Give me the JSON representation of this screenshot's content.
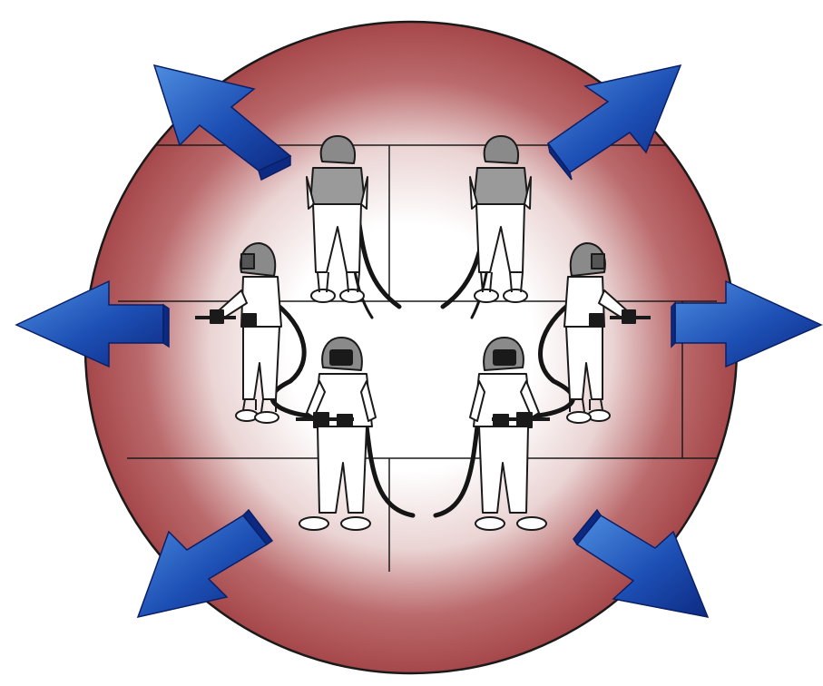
{
  "illustration": {
    "subject": "blast-workers-in-containment-zone",
    "workers": [
      {
        "id": "back-left",
        "pose": "back",
        "facing": "away"
      },
      {
        "id": "back-right",
        "pose": "back",
        "facing": "away"
      },
      {
        "id": "side-left",
        "pose": "side",
        "facing": "left"
      },
      {
        "id": "side-right",
        "pose": "side",
        "facing": "right"
      },
      {
        "id": "front-left",
        "pose": "front",
        "facing": "viewer"
      },
      {
        "id": "front-right",
        "pose": "front",
        "facing": "viewer"
      }
    ],
    "arrows": [
      {
        "id": "up-left",
        "direction": "up-left"
      },
      {
        "id": "up-right",
        "direction": "up-right"
      },
      {
        "id": "left",
        "direction": "left"
      },
      {
        "id": "right",
        "direction": "right"
      },
      {
        "id": "down-left",
        "direction": "down-left"
      },
      {
        "id": "down-right",
        "direction": "down-right"
      }
    ]
  },
  "colors": {
    "circle_edge": "#a5474a",
    "circle_center": "#ffffff",
    "arrow_light": "#3f7fd6",
    "arrow_dark": "#0d2a82",
    "line": "#1a1a1a",
    "suit": "#ffffff",
    "hood": "#8a8a8a",
    "hose": "#151515"
  }
}
